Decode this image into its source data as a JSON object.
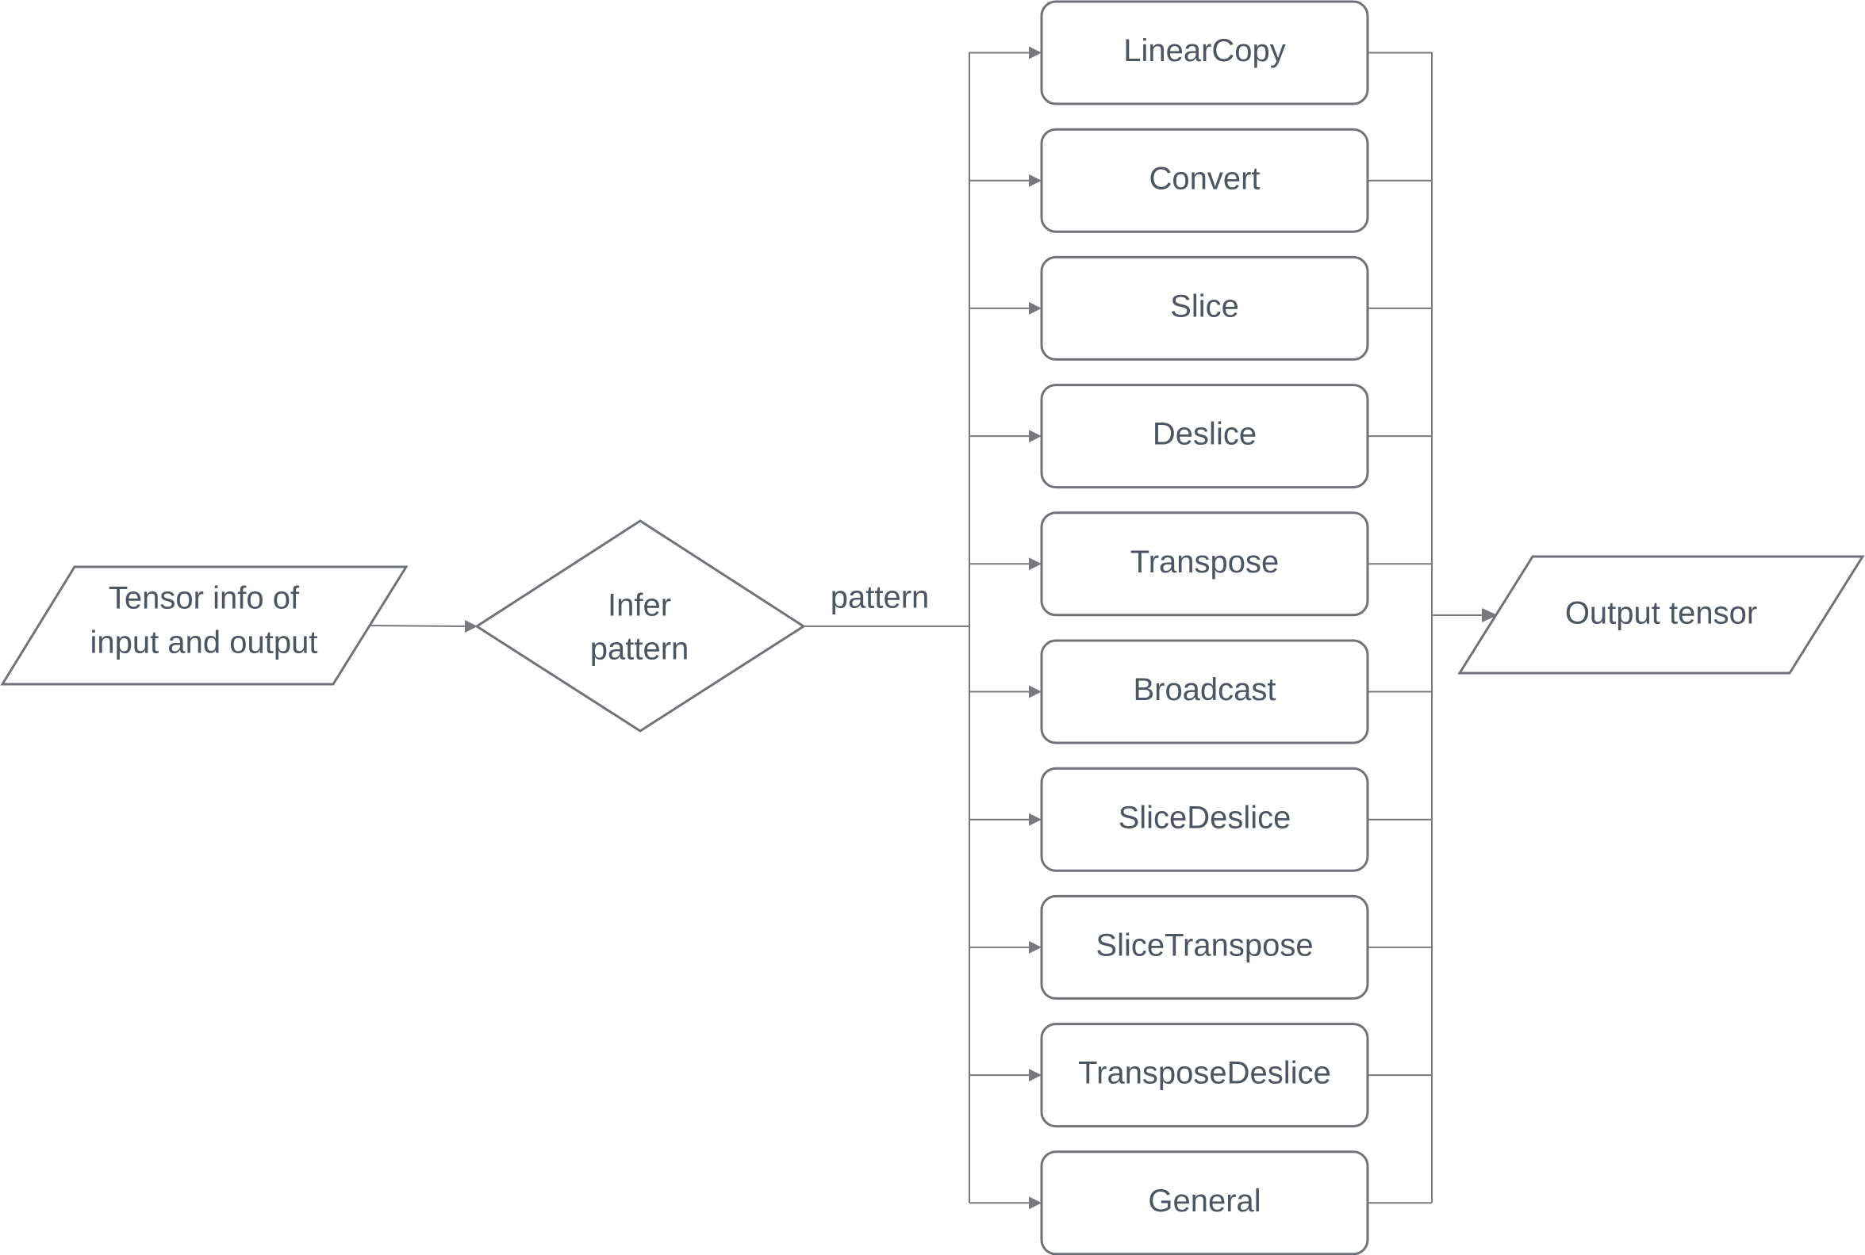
{
  "input": {
    "line1": "Tensor info of",
    "line2": "input and output"
  },
  "decision": {
    "line1": "Infer",
    "line2": "pattern"
  },
  "edge_label": "pattern",
  "patterns": [
    "LinearCopy",
    "Convert",
    "Slice",
    "Deslice",
    "Transpose",
    "Broadcast",
    "SliceDeslice",
    "SliceTranspose",
    "TransposeDeslice",
    "General"
  ],
  "output": {
    "label": "Output tensor"
  }
}
